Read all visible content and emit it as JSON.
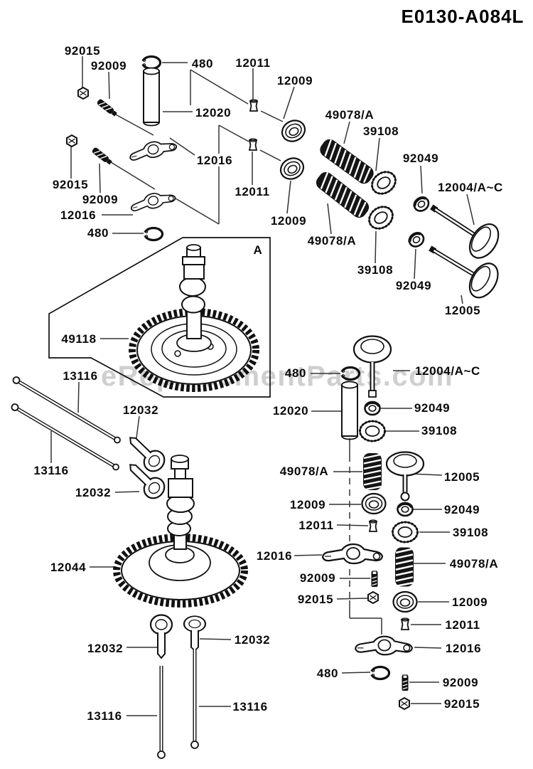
{
  "title": "E0130-A084L",
  "watermark": "eReplacementParts.com",
  "detail_box": {
    "label": "A"
  },
  "callouts": {
    "92015_1": "92015",
    "92009_1": "92009",
    "480_1": "480",
    "12011_1": "12011",
    "12009_1": "12009",
    "12020_1": "12020",
    "49078_1": "49078/A",
    "39108_1": "39108",
    "92049_1": "92049",
    "12004_1": "12004/A~C",
    "12016_1": "12016",
    "92015_2": "92015",
    "92009_2": "92009",
    "12016_2": "12016",
    "480_2": "480",
    "12011_2": "12011",
    "12009_2": "12009",
    "49078_2": "49078/A",
    "39108_2": "39108",
    "92049_2": "92049",
    "12005_1": "12005",
    "49118": "49118",
    "13116_1": "13116",
    "12032_1": "12032",
    "13116_2": "13116",
    "12032_2": "12032",
    "480_3": "480",
    "12004_2": "12004/A~C",
    "12020_2": "12020",
    "92049_3": "92049",
    "39108_3": "39108",
    "49078_3": "49078/A",
    "12005_2": "12005",
    "12009_3": "12009",
    "12011_3": "12011",
    "92049_4": "92049",
    "39108_4": "39108",
    "12016_3": "12016",
    "49078_4": "49078/A",
    "92009_3": "92009",
    "92015_3": "92015",
    "12009_4": "12009",
    "12011_4": "12011",
    "12016_4": "12016",
    "480_4": "480",
    "92009_4": "92009",
    "92015_4": "92015",
    "12044": "12044",
    "12032_3": "12032",
    "12032_4": "12032",
    "13116_3": "13116",
    "13116_4": "13116"
  }
}
